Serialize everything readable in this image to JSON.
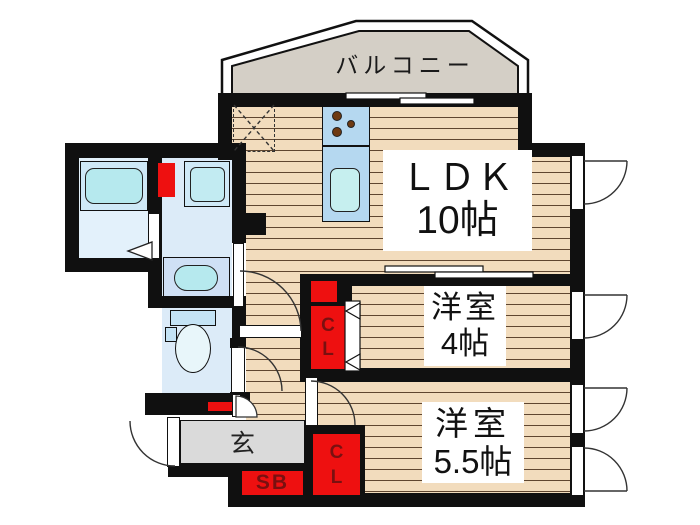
{
  "balcony": {
    "label": "バルコニー"
  },
  "rooms": {
    "ldk": {
      "name": "ＬＤＫ",
      "size": "10帖"
    },
    "western4": {
      "name": "洋室",
      "size": "4帖"
    },
    "western55": {
      "name": "洋室",
      "size": "5.5帖"
    }
  },
  "entrance": {
    "label": "玄"
  },
  "storage": {
    "shoe_box": "SB",
    "closet_4": "CL",
    "closet_55": "CL"
  },
  "colors": {
    "wall": "#101010",
    "wood_floor": "#f2dcbd",
    "accent_red": "#ee1010",
    "storage_label_text": "#7a1010",
    "balcony_fill": "#d4cfc6",
    "wet_area_floor": "#dcebf8",
    "fixture_blue": "#cfe9f7",
    "fixture_cyan": "#b6e9ee",
    "entrance_gray": "#dadada"
  }
}
